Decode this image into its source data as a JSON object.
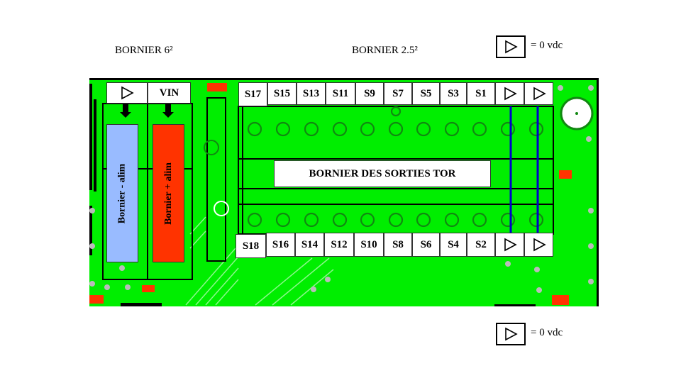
{
  "titles": {
    "left": "BORNIER 6²",
    "right": "BORNIER 2.5²"
  },
  "legend": {
    "top_text": "= 0 vdc",
    "bottom_text": "= 0 vdc"
  },
  "power_block": {
    "header_vin": "VIN",
    "minus_label": "Bornier - alim",
    "plus_label": "Bornier + alim",
    "minus_color": "#99bbff",
    "plus_color": "#ff3300"
  },
  "outputs": {
    "banner": "BORNIER DES SORTIES TOR",
    "top_row": [
      "S17",
      "S15",
      "S13",
      "S11",
      "S9",
      "S7",
      "S5",
      "S3",
      "S1"
    ],
    "bottom_row": [
      "S18",
      "S16",
      "S14",
      "S12",
      "S10",
      "S8",
      "S6",
      "S4",
      "S2"
    ]
  },
  "colors": {
    "board": "#00ee00",
    "wire": "#0000cc",
    "terminal": "#118811"
  }
}
